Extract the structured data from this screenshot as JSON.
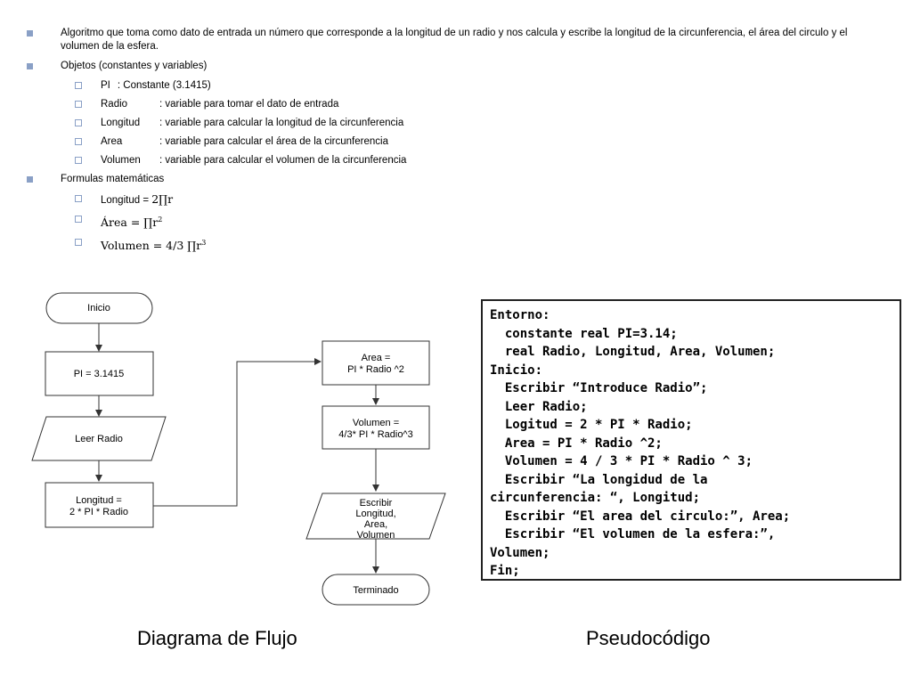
{
  "bullets": {
    "intro": "Algoritmo que toma como dato de entrada un número que corresponde a la longitud de un radio y nos calcula y escribe la longitud de la circunferencia, el área del circulo y el volumen de la esfera.",
    "objects_title": "Objetos (constantes y variables)",
    "objects": [
      {
        "name": "PI",
        "desc": ": Constante (3.1415)"
      },
      {
        "name": "Radio",
        "desc": ": variable para tomar el dato de entrada"
      },
      {
        "name": "Longitud",
        "desc": ": variable para calcular la longitud de la circunferencia"
      },
      {
        "name": "Area",
        "desc": ": variable para calcular el área de la circunferencia"
      },
      {
        "name": "Volumen",
        "desc": ": variable para calcular el volumen de la circunferencia"
      }
    ],
    "formulas_title": "Formulas matemáticas",
    "formulas": {
      "longitud_prefix": "Longitud = ",
      "longitud_expr": "2∏r",
      "area_expr": "Área = ∏r",
      "area_exp": "2",
      "volumen_expr": "Volumen = 4/3 ∏r",
      "volumen_exp": "3"
    }
  },
  "flowchart": {
    "inicio": "Inicio",
    "pi": "PI = 3.1415",
    "leer": "Leer Radio",
    "longitud_l1": "Longitud =",
    "longitud_l2": "2 * PI * Radio",
    "area_l1": "Area =",
    "area_l2": "PI * Radio ^2",
    "volumen_l1": "Volumen =",
    "volumen_l2": "4/3* PI * Radio^3",
    "escribir_l1": "Escribir",
    "escribir_l2": "Longitud,",
    "escribir_l3": "Area,",
    "escribir_l4": "Volumen",
    "terminado": "Terminado"
  },
  "pseudocode": "Entorno:\n  constante real PI=3.14;\n  real Radio, Longitud, Area, Volumen;\nInicio:\n  Escribir “Introduce Radio”;\n  Leer Radio;\n  Logitud = 2 * PI * Radio;\n  Area = PI * Radio ^2;\n  Volumen = 4 / 3 * PI * Radio ^ 3;\n  Escribir “La longidud de la\ncircunferencia: “, Longitud;\n  Escribir “El area del circulo:”, Area;\n  Escribir “El volumen de la esfera:”,\nVolumen;\nFin;",
  "captions": {
    "flow": "Diagrama de Flujo",
    "pseudo": "Pseudocódigo"
  }
}
